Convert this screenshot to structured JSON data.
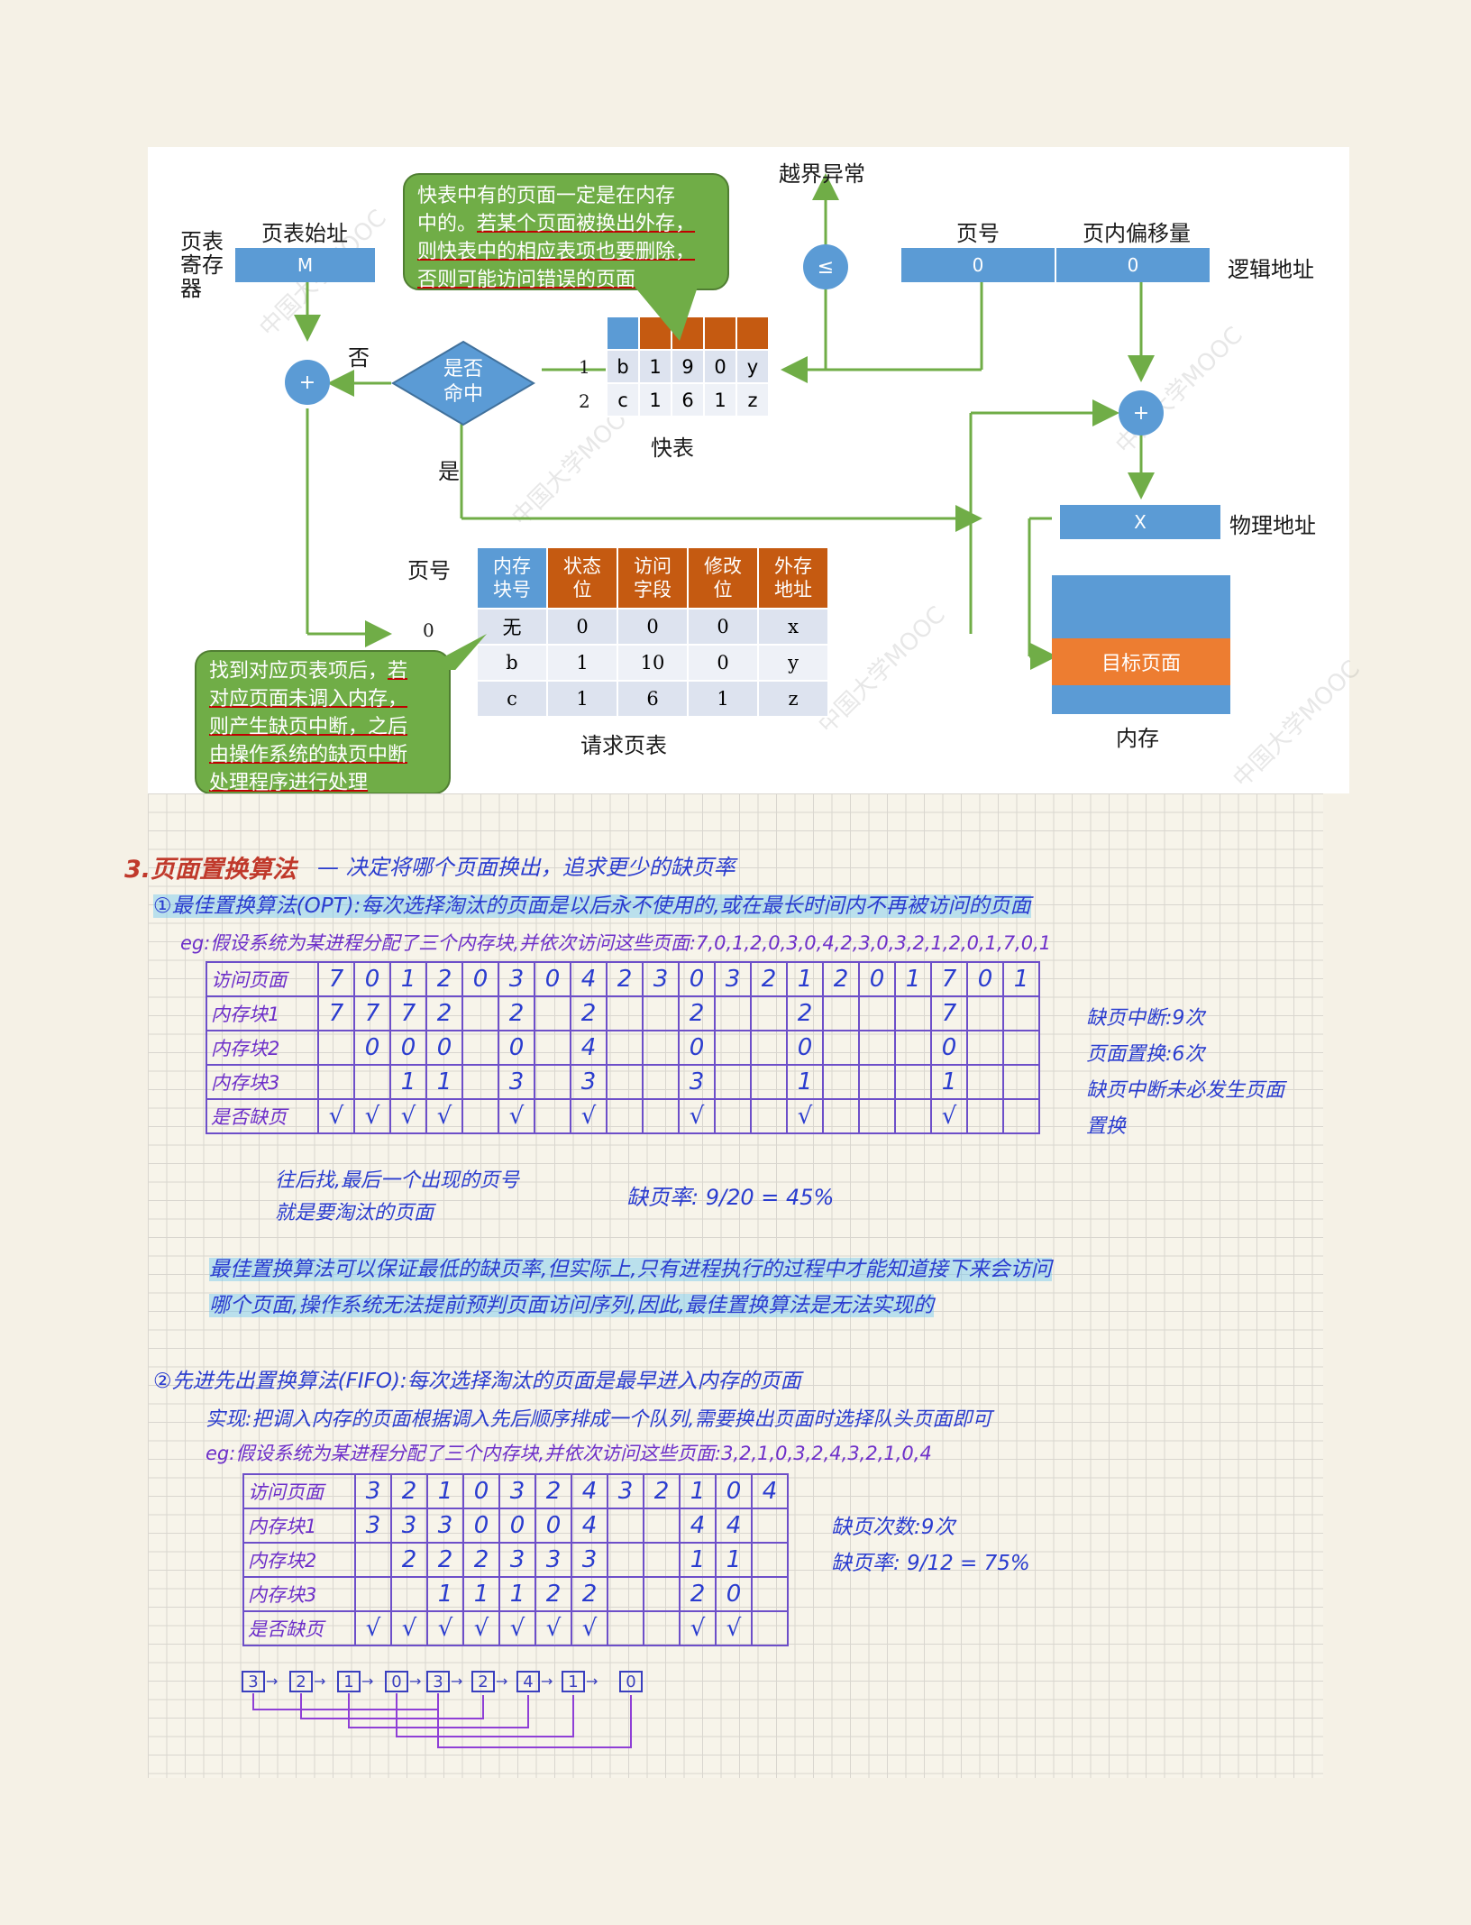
{
  "diagram": {
    "register_label": "页表\n寄存\n器",
    "table_start_label": "页表始址",
    "register_value": "M",
    "bounds_exception": "越界异常",
    "le_symbol": "≤",
    "page_no_label": "页号",
    "offset_label": "页内偏移量",
    "logical_page_value": "0",
    "logical_offset_value": "0",
    "logical_addr_label": "逻辑地址",
    "plus": "+",
    "no_label": "否",
    "yes_label": "是",
    "hit_question": "是否\n命中",
    "tlb_label": "快表",
    "tlb_rows": [
      {
        "idx": "1",
        "cells": [
          "b",
          "1",
          "9",
          "0",
          "y"
        ]
      },
      {
        "idx": "2",
        "cells": [
          "c",
          "1",
          "6",
          "1",
          "z"
        ]
      }
    ],
    "phys_addr_value": "X",
    "phys_addr_label": "物理地址",
    "target_page": "目标页面",
    "memory_label": "内存",
    "pt_page_no_label": "页号",
    "pt_page_no_value": "0",
    "pt_headers": [
      "内存\n块号",
      "状态\n位",
      "访问\n字段",
      "修改\n位",
      "外存\n地址"
    ],
    "pt_rows": [
      [
        "无",
        "0",
        "0",
        "0",
        "x"
      ],
      [
        "b",
        "1",
        "10",
        "0",
        "y"
      ],
      [
        "c",
        "1",
        "6",
        "1",
        "z"
      ]
    ],
    "pt_label": "请求页表",
    "callout_top": {
      "l1": "快表中有的页面一定是在内存",
      "l2a": "中的。",
      "l2b": "若某个页面被换出外存，",
      "l3": "则快表中的相应表项也要删除，",
      "l4": "否则可能访问错误的页面"
    },
    "callout_bottom": {
      "l1a": "找到对应页表项后，",
      "l1b": "若",
      "l2": "对应页面未调入内存，",
      "l3": "则产生缺页中断，之后",
      "l4": "由操作系统的缺页中断",
      "l5": "处理程序进行处理"
    },
    "watermark": "中国大学MOOC"
  },
  "notes": {
    "sec_title": "3.页面置换算法",
    "sec_sub": "— 决定将哪个页面换出，追求更少的缺页率",
    "opt_title": "①最佳置换算法(OPT):每次选择淘汰的页面是以后永不使用的,或在最长时间内不再被访问的页面",
    "opt_eg": "eg:假设系统为某进程分配了三个内存块,并依次访问这些页面:7,0,1,2,0,3,0,4,2,3,0,3,2,1,2,0,1,7,0,1",
    "row_labels": [
      "访问页面",
      "内存块1",
      "内存块2",
      "内存块3",
      "是否缺页"
    ],
    "opt_access": [
      "7",
      "0",
      "1",
      "2",
      "0",
      "3",
      "0",
      "4",
      "2",
      "3",
      "0",
      "3",
      "2",
      "1",
      "2",
      "0",
      "1",
      "7",
      "0",
      "1"
    ],
    "opt_b1": [
      "7",
      "7",
      "7",
      "2",
      "",
      "2",
      "",
      "2",
      "",
      "",
      "2",
      "",
      "",
      "2",
      "",
      "",
      "",
      "7",
      "",
      ""
    ],
    "opt_b2": [
      "",
      "0",
      "0",
      "0",
      "",
      "0",
      "",
      "4",
      "",
      "",
      "0",
      "",
      "",
      "0",
      "",
      "",
      "",
      "0",
      "",
      ""
    ],
    "opt_b3": [
      "",
      "",
      "1",
      "1",
      "",
      "3",
      "",
      "3",
      "",
      "",
      "3",
      "",
      "",
      "1",
      "",
      "",
      "",
      "1",
      "",
      ""
    ],
    "opt_fault": [
      "√",
      "√",
      "√",
      "√",
      "",
      "√",
      "",
      "√",
      "",
      "",
      "√",
      "",
      "",
      "√",
      "",
      "",
      "",
      "√",
      "",
      ""
    ],
    "opt_stats": [
      "缺页中断:9次",
      "页面置换:6次",
      "缺页中断未必发生页面",
      "置换"
    ],
    "opt_note1": "往后找,最后一个出现的页号",
    "opt_note2": "就是要淘汰的页面",
    "opt_rate": "缺页率: 9/20 = 45%",
    "opt_conclusion1": "最佳置换算法可以保证最低的缺页率,但实际上,只有进程执行的过程中才能知道接下来会访问",
    "opt_conclusion2": "哪个页面,操作系统无法提前预判页面访问序列,因此,最佳置换算法是无法实现的",
    "fifo_title": "②先进先出置换算法(FIFO):每次选择淘汰的页面是最早进入内存的页面",
    "fifo_impl": "实现:把调入内存的页面根据调入先后顺序排成一个队列,需要换出页面时选择队头页面即可",
    "fifo_eg": "eg:假设系统为某进程分配了三个内存块,并依次访问这些页面:3,2,1,0,3,2,4,3,2,1,0,4",
    "fifo_access": [
      "3",
      "2",
      "1",
      "0",
      "3",
      "2",
      "4",
      "3",
      "2",
      "1",
      "0",
      "4"
    ],
    "fifo_b1": [
      "3",
      "3",
      "3",
      "0",
      "0",
      "0",
      "4",
      "",
      "",
      "4",
      "4",
      ""
    ],
    "fifo_b2": [
      "",
      "2",
      "2",
      "2",
      "3",
      "3",
      "3",
      "",
      "",
      "1",
      "1",
      ""
    ],
    "fifo_b3": [
      "",
      "",
      "1",
      "1",
      "1",
      "2",
      "2",
      "",
      "",
      "2",
      "0",
      ""
    ],
    "fifo_fault": [
      "√",
      "√",
      "√",
      "√",
      "√",
      "√",
      "√",
      "",
      "",
      "√",
      "√",
      ""
    ],
    "fifo_stats": [
      "缺页次数:9次",
      "缺页率: 9/12 = 75%"
    ],
    "queue": [
      "3",
      "2",
      "1",
      "0",
      "3",
      "2",
      "4",
      "1",
      "0"
    ]
  }
}
